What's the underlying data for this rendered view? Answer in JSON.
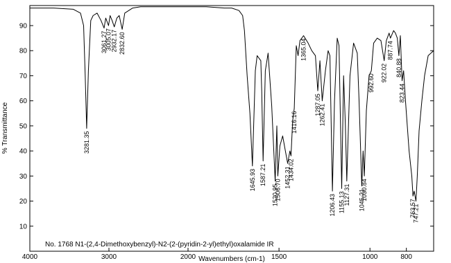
{
  "chart_data": {
    "type": "line",
    "xlabel": "Wavenumbers (cm-1)",
    "ylabel": "% Transmittance",
    "xlim": [
      4000,
      650
    ],
    "ylim": [
      0,
      98
    ],
    "x_ticks": [
      4000,
      3000,
      2000,
      1500,
      1000,
      800
    ],
    "x_tick_labels": [
      "4000",
      "3000",
      "2000",
      "1500",
      "1000",
      "800"
    ],
    "y_ticks": [
      10,
      20,
      30,
      40,
      50,
      60,
      70,
      80,
      90
    ],
    "y_tick_labels": [
      "10",
      "20",
      "30",
      "40",
      "50",
      "60",
      "70",
      "80",
      "90"
    ],
    "caption": "No. 1768 N1-(2,4-Dimethoxybenzyl)-N2-(2-(pyridin-2-yl)ethyl)oxalamide IR",
    "line_color": "#000000",
    "series": [
      {
        "x": [
          4000,
          3700,
          3450,
          3360,
          3320,
          3300,
          3281.35,
          3260,
          3230,
          3200,
          3150,
          3100,
          3061.27,
          3040,
          3005.07,
          2985,
          2960,
          2932.17,
          2900,
          2870,
          2832.6,
          2800,
          2700,
          2600,
          2400,
          2200,
          2000,
          1900,
          1800,
          1760,
          1720,
          1700,
          1690,
          1675,
          1660,
          1645.93,
          1630,
          1620,
          1600,
          1595,
          1587.21,
          1575,
          1560,
          1540,
          1520.95,
          1512,
          1506.7,
          1495,
          1480,
          1465,
          1452.31,
          1440,
          1434.02,
          1425,
          1416.16,
          1405,
          1395,
          1385,
          1365.04,
          1340,
          1320,
          1300,
          1287.05,
          1275,
          1262.41,
          1245,
          1230,
          1220,
          1206.43,
          1195,
          1180,
          1170,
          1155.13,
          1145,
          1135,
          1127.31,
          1110,
          1090,
          1070,
          1060,
          1045.21,
          1038,
          1030.84,
          1020,
          1005,
          992.6,
          980,
          960,
          940,
          922.02,
          910,
          895,
          887.74,
          870,
          860,
          850,
          840.88,
          833,
          823.44,
          815,
          805,
          795,
          785,
          770,
          763.57,
          757,
          747.21,
          740,
          730,
          715,
          700,
          680,
          665,
          650
        ],
        "y": [
          97,
          97,
          96.5,
          95,
          90,
          70,
          49,
          72,
          92,
          94,
          95,
          92,
          89,
          93,
          90,
          94,
          92,
          89.5,
          93,
          94,
          88.5,
          95,
          97,
          97.5,
          97.5,
          97.5,
          97.5,
          97.5,
          97,
          97,
          96,
          94,
          88,
          70,
          55,
          34,
          72,
          78,
          76,
          64,
          36,
          72,
          79,
          58,
          28,
          50,
          30,
          42,
          46,
          40,
          35,
          40,
          38,
          52,
          57,
          82,
          78,
          84,
          86,
          83,
          80,
          78,
          64,
          76,
          60,
          72,
          80,
          78,
          24,
          60,
          85,
          82,
          25,
          70,
          50,
          28,
          70,
          83,
          79,
          60,
          26,
          40,
          30,
          56,
          70,
          72,
          83,
          85,
          84,
          76,
          84,
          87,
          85,
          88,
          87,
          85,
          78,
          86,
          68,
          72,
          60,
          50,
          40,
          30,
          22,
          24,
          20,
          30,
          48,
          60,
          70,
          78,
          79,
          80
        ]
      }
    ],
    "peak_labels": [
      {
        "x": 3281.35,
        "text": "3281.35"
      },
      {
        "x": 3061.27,
        "text": "3061.27"
      },
      {
        "x": 3005.07,
        "text": "3005.07"
      },
      {
        "x": 2932.17,
        "text": "2932.17"
      },
      {
        "x": 2832.6,
        "text": "2832.60"
      },
      {
        "x": 1645.93,
        "text": "1645.93"
      },
      {
        "x": 1587.21,
        "text": "1587.21"
      },
      {
        "x": 1520.95,
        "text": "1520.95"
      },
      {
        "x": 1506.7,
        "text": "1506.70"
      },
      {
        "x": 1452.31,
        "text": "1452.31"
      },
      {
        "x": 1434.02,
        "text": "1434.02"
      },
      {
        "x": 1416.16,
        "text": "1416.16"
      },
      {
        "x": 1365.04,
        "text": "1365.04"
      },
      {
        "x": 1287.05,
        "text": "1287.05"
      },
      {
        "x": 1262.41,
        "text": "1262.41"
      },
      {
        "x": 1206.43,
        "text": "1206.43"
      },
      {
        "x": 1155.13,
        "text": "1155.13"
      },
      {
        "x": 1127.31,
        "text": "1127.31"
      },
      {
        "x": 1045.21,
        "text": "1045.21"
      },
      {
        "x": 1030.84,
        "text": "1030.84"
      },
      {
        "x": 992.6,
        "text": "992.60"
      },
      {
        "x": 922.02,
        "text": "922.02"
      },
      {
        "x": 887.74,
        "text": "887.74"
      },
      {
        "x": 840.88,
        "text": "840.88"
      },
      {
        "x": 823.44,
        "text": "823.44"
      },
      {
        "x": 763.57,
        "text": "763.57"
      },
      {
        "x": 747.21,
        "text": "747.21"
      }
    ]
  }
}
